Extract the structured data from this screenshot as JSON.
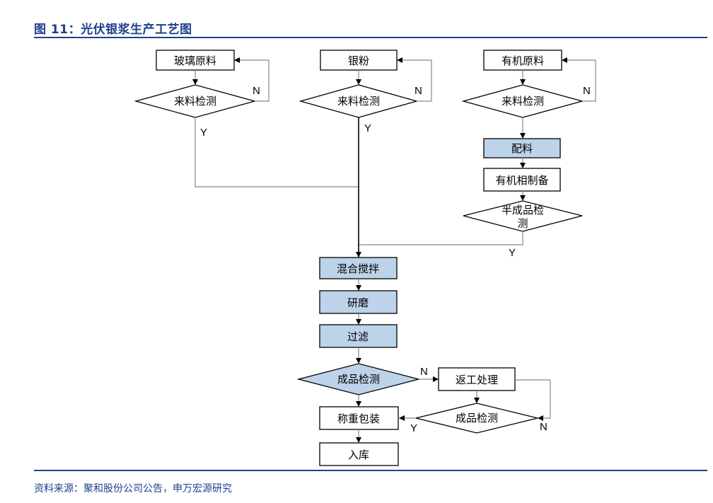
{
  "title": "图 11：光伏银浆生产工艺图",
  "source": "资料来源：聚和股份公司公告，申万宏源研究",
  "nodes": {
    "glass_raw": "玻璃原料",
    "silver_powder": "银粉",
    "organic_raw": "有机原料",
    "check_glass": "来料检测",
    "check_silver": "来料检测",
    "check_organic": "来料检测",
    "batching": "配料",
    "organic_prep": "有机相制备",
    "semi_check_line1": "半成品检",
    "semi_check_line2": "测",
    "mixing": "混合搅拌",
    "grinding": "研磨",
    "filtering": "过滤",
    "product_check": "成品检测",
    "rework": "返工处理",
    "recheck": "成品检测",
    "weigh_pack": "称重包装",
    "warehouse": "入库"
  },
  "labels": {
    "n": "N",
    "y": "Y"
  },
  "colors": {
    "accent": "#1f3f8f",
    "highlight_fill": "#bdd3ea"
  }
}
